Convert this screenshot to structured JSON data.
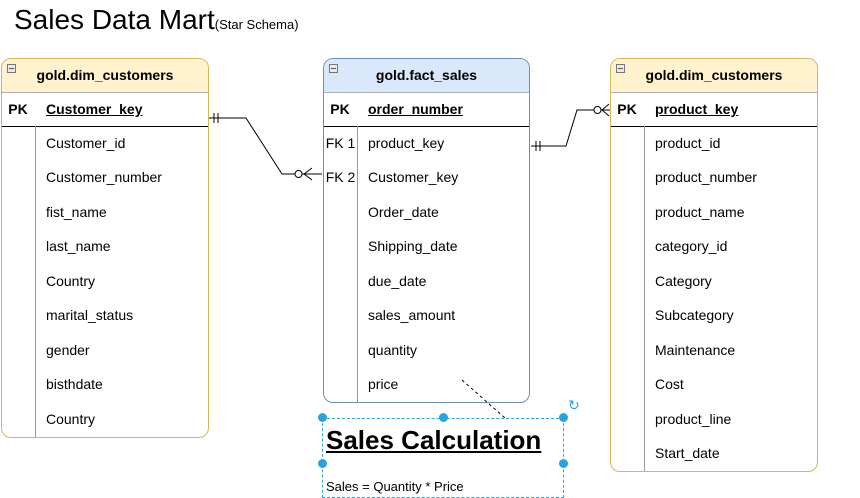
{
  "diagram": {
    "title": "Sales Data Mart",
    "subtitle": "(Star Schema)",
    "tables": {
      "left": {
        "name": "gold.dim_customers",
        "pk_label": "PK",
        "pk_field": "Customer_key",
        "fields": [
          "Customer_id",
          "Customer_number",
          "fist_name",
          "last_name",
          "Country",
          "marital_status",
          "gender",
          "bisthdate",
          "Country"
        ]
      },
      "center": {
        "name": "gold.fact_sales",
        "pk_label": "PK",
        "pk_field": "order_number",
        "fields": [
          {
            "key": "FK 1",
            "name": "product_key"
          },
          {
            "key": "FK 2",
            "name": "Customer_key"
          },
          {
            "key": "",
            "name": "Order_date"
          },
          {
            "key": "",
            "name": "Shipping_date"
          },
          {
            "key": "",
            "name": "due_date"
          },
          {
            "key": "",
            "name": "sales_amount"
          },
          {
            "key": "",
            "name": "quantity"
          },
          {
            "key": "",
            "name": "price"
          }
        ]
      },
      "right": {
        "name": "gold.dim_customers",
        "pk_label": "PK",
        "pk_field": "product_key",
        "fields": [
          "product_id",
          "product_number",
          "product_name",
          "category_id",
          "Category",
          "Subcategory",
          "Maintenance",
          "Cost",
          "product_line",
          "Start_date"
        ]
      }
    },
    "note": {
      "title": "Sales Calculation",
      "formula": "Sales = Quantity * Price"
    },
    "colors": {
      "dim_header": "#fff2cc",
      "dim_border": "#d6b656",
      "fact_header": "#dae8fc",
      "fact_border": "#6c8ebf",
      "selection": "#29a3e0"
    }
  }
}
